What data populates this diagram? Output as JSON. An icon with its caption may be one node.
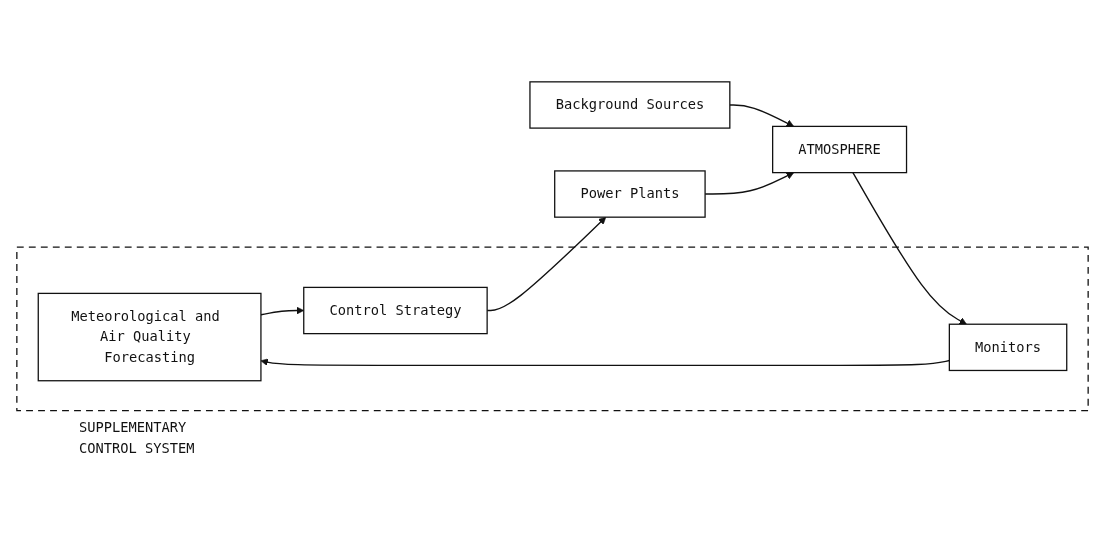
{
  "diagram": {
    "nodes": [
      {
        "text": [
          "SUPPLEMENTARY CONTROL SYSTEM"
        ]
      },
      {
        "text": [
          "Meteorological and Air Quality Forecasting"
        ],
        "in": 0
      },
      {
        "text": [
          "Control Strategy"
        ],
        "in": 0
      },
      {
        "text": [
          "Monitors"
        ],
        "in": 0
      },
      {
        "text": [
          "Background Sources"
        ]
      },
      {
        "text": [
          "Power Plants"
        ]
      },
      {
        "text": [
          "ATMOSPHERE"
        ]
      }
    ],
    "edges": [
      {
        "from": 4,
        "to": 6,
        "arrow": "to"
      },
      {
        "from": 1,
        "to": 2,
        "arrow": "to"
      },
      {
        "from": 2,
        "to": 5,
        "arrow": "to"
      },
      {
        "from": 5,
        "to": 6,
        "arrow": "to"
      },
      {
        "from": 6,
        "to": 3,
        "arrow": "to"
      },
      {
        "from": 3,
        "to": 1,
        "arrow": "to"
      }
    ]
  }
}
